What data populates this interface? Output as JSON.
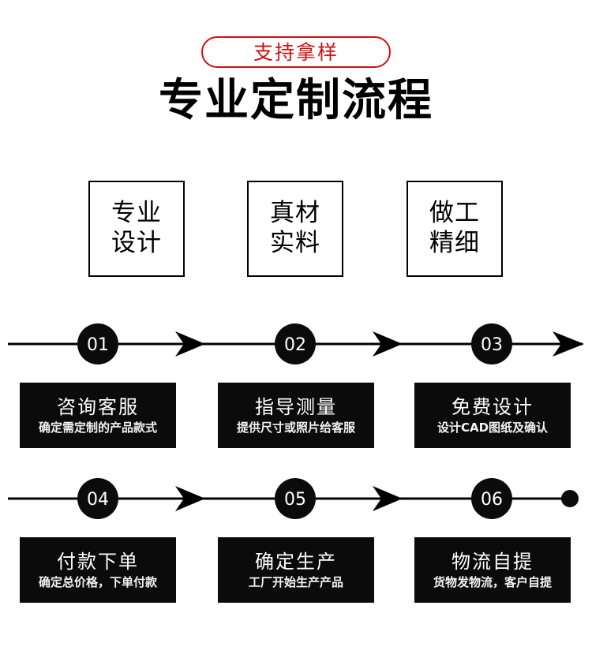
{
  "header": {
    "badge_label": "支持拿样",
    "badge_color": "#cc1111",
    "title": "专业定制流程"
  },
  "features": [
    {
      "line1": "专业",
      "line2": "设计"
    },
    {
      "line1": "真材",
      "line2": "实料"
    },
    {
      "line1": "做工",
      "line2": "精细"
    }
  ],
  "process": {
    "row1": {
      "steps": [
        {
          "number": "01",
          "title": "咨询客服",
          "subtitle": "确定需定制的产品款式"
        },
        {
          "number": "02",
          "title": "指导测量",
          "subtitle": "提供尺寸或照片给客服"
        },
        {
          "number": "03",
          "title": "免费设计",
          "subtitle": "设计CAD图纸及确认"
        }
      ],
      "end_marker": "arrowhead"
    },
    "row2": {
      "steps": [
        {
          "number": "04",
          "title": "付款下单",
          "subtitle": "确定总价格，下单付款"
        },
        {
          "number": "05",
          "title": "确定生产",
          "subtitle": "工厂开始生产产品"
        },
        {
          "number": "06",
          "title": "物流自提",
          "subtitle": "货物发物流，客户自提"
        }
      ],
      "end_marker": "dot"
    }
  },
  "colors": {
    "accent_red": "#cc1111",
    "box_black": "#0b0b0b",
    "text_white": "#ffffff",
    "page_background": "#ffffff"
  }
}
